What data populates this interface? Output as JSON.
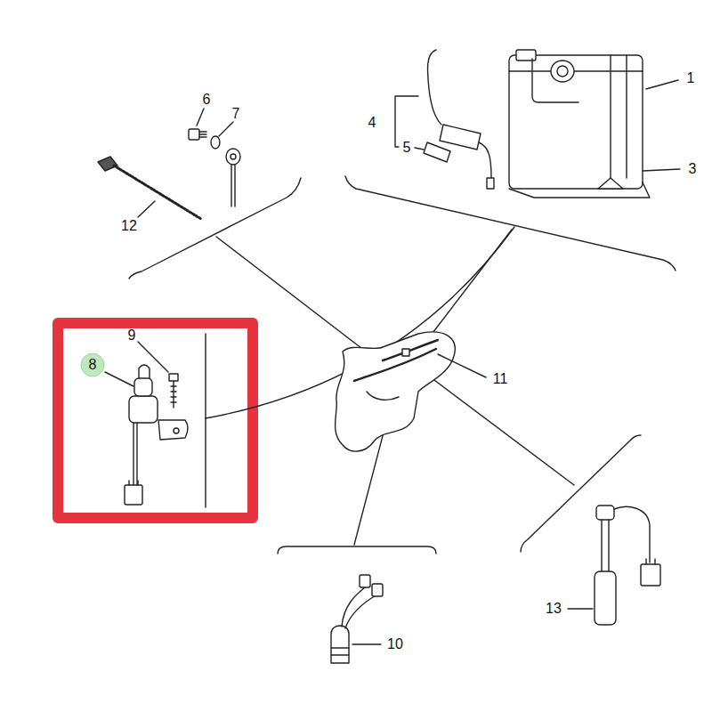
{
  "diagram": {
    "labels": [
      "1",
      "6",
      "7",
      "4",
      "5",
      "3",
      "12",
      "9",
      "8",
      "11",
      "13",
      "10"
    ]
  }
}
